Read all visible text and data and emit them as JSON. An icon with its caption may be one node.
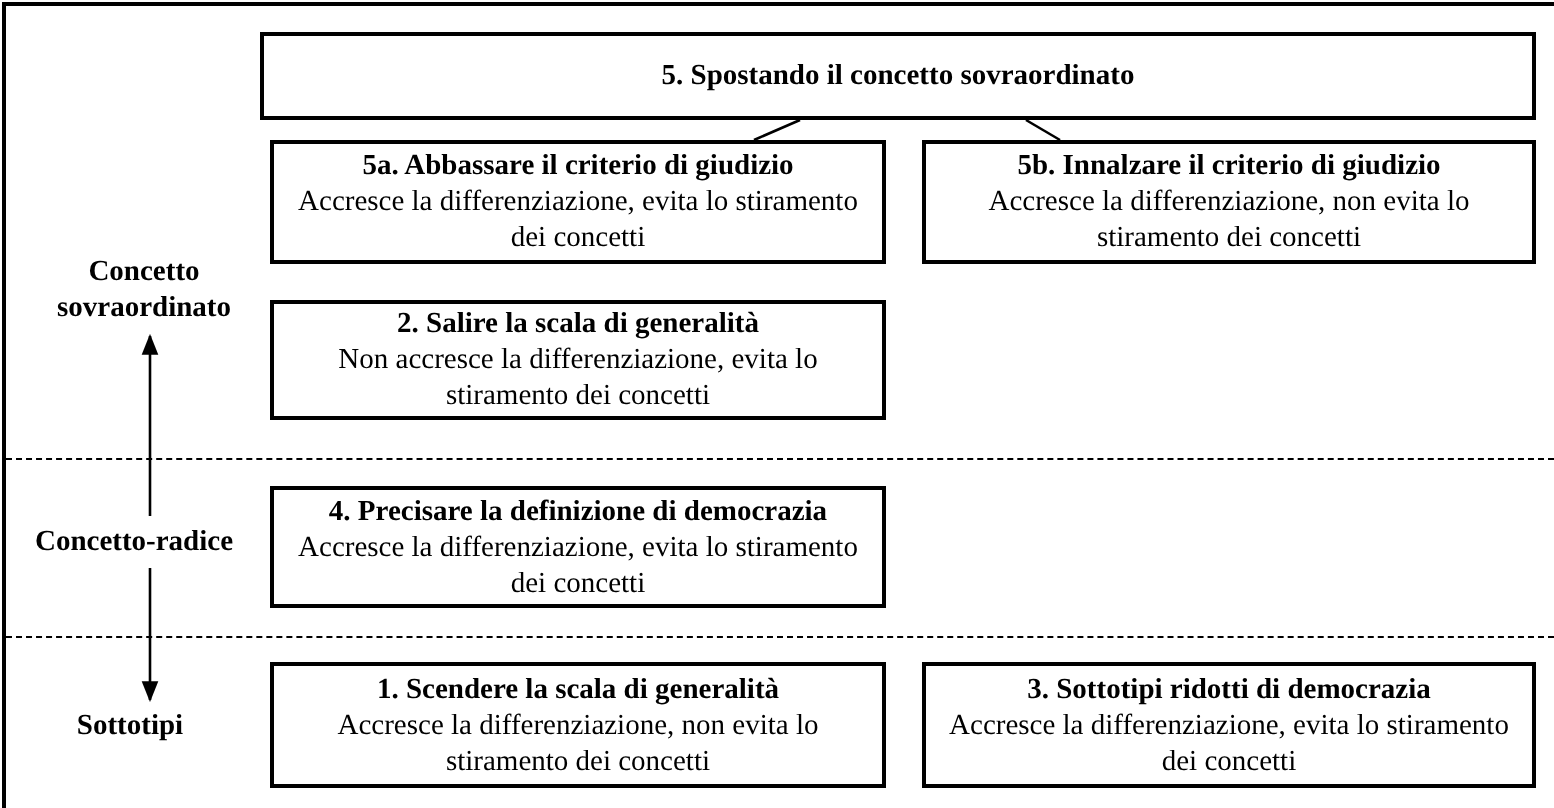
{
  "diagram": {
    "nodes": [
      {
        "text": [
          "Concetto sovraordinato"
        ]
      },
      {
        "text": [
          "Concetto-radice"
        ]
      },
      {
        "text": [
          "Sottotipi"
        ]
      },
      {
        "text": [
          "5. Spostando il concetto sovraordinato"
        ]
      },
      {
        "text": [
          "5a. Abbassare il criterio di giudizio",
          "Accresce la differenziazione, evita lo stiramento dei concetti"
        ]
      },
      {
        "text": [
          "5b. Innalzare il criterio di giudizio",
          "Accresce la differenziazione, non evita lo stiramento dei concetti"
        ]
      },
      {
        "text": [
          "2. Salire la scala di generalità",
          "Non accresce la differenziazione, evita lo stiramento dei concetti"
        ]
      },
      {
        "text": [
          "4. Precisare la definizione di democrazia",
          "Accresce la differenziazione, evita lo stiramento dei concetti"
        ]
      },
      {
        "text": [
          "1. Scendere la scala di generalità",
          "Accresce la differenziazione, non evita lo stiramento dei concetti"
        ]
      },
      {
        "text": [
          "3. Sottotipi ridotti di democrazia",
          "Accresce la differenziazione, evita lo stiramento dei concetti"
        ]
      }
    ],
    "edges": [
      {
        "from": 1,
        "to": 0,
        "arrow": "to"
      },
      {
        "from": 1,
        "to": 2,
        "arrow": "to"
      },
      {
        "from": 3,
        "to": 4,
        "arrow": "none"
      },
      {
        "from": 3,
        "to": 5,
        "arrow": "none"
      }
    ]
  }
}
